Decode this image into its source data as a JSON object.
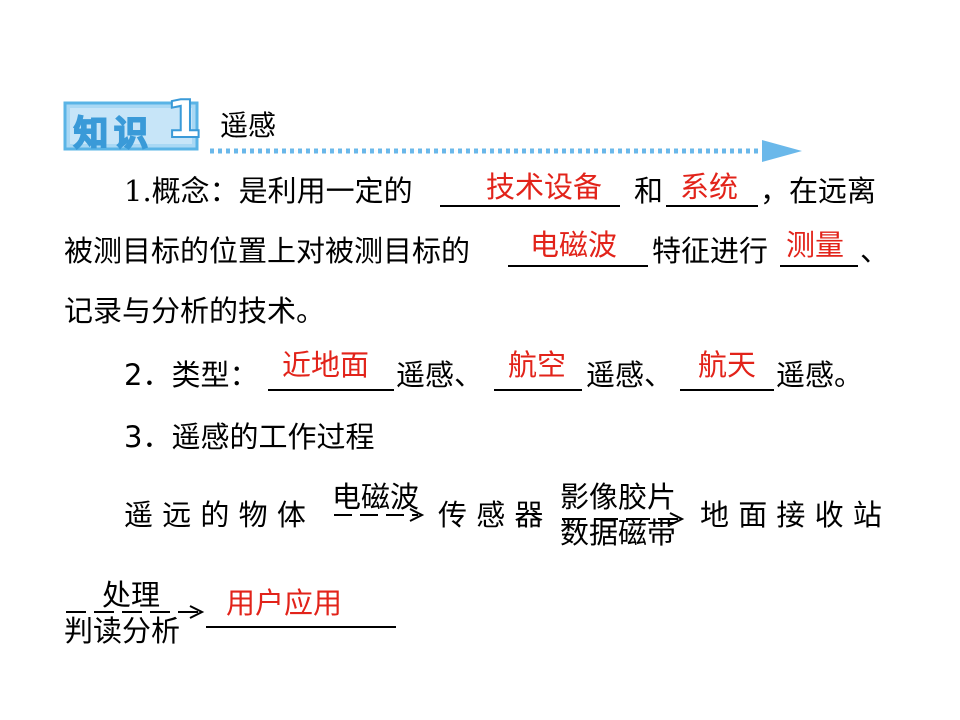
{
  "section": {
    "badge_text": "知识",
    "badge_number": "1",
    "title": "遥感"
  },
  "item1": {
    "line1_prefix": "1.概念：是利用一定的",
    "answer_tech": "技术设备",
    "line1_and": "和",
    "answer_system": "系统",
    "line1_suffix": "，在远离",
    "line2_prefix": "被测目标的位置上对被测目标的",
    "answer_em": "电磁波",
    "line2_mid": "特征进行",
    "answer_measure": "测量",
    "line2_suffix": "、",
    "line3": "记录与分析的技术。"
  },
  "item2": {
    "label": "2．类型：",
    "answer_near": "近地面",
    "word1": "遥感、",
    "answer_air": "航空",
    "word2": "遥感、",
    "answer_space": "航天",
    "word3": "遥感。"
  },
  "item3": {
    "label": "3．遥感的工作过程",
    "flow_object": "遥 远 的 物 体",
    "arrow1_label": "电磁波",
    "flow_sensor": "传 感 器",
    "arrow2_top": "影像胶片",
    "arrow2_bottom": "数据磁带",
    "flow_station": "地 面 接 收 站",
    "arrow3_top": "处理",
    "arrow3_bottom": "判读分析",
    "answer_user": "用户应用"
  },
  "colors": {
    "answer": "#e2231a",
    "badge": "#5ab4e6",
    "dotted_line": "#6ab8ea"
  }
}
